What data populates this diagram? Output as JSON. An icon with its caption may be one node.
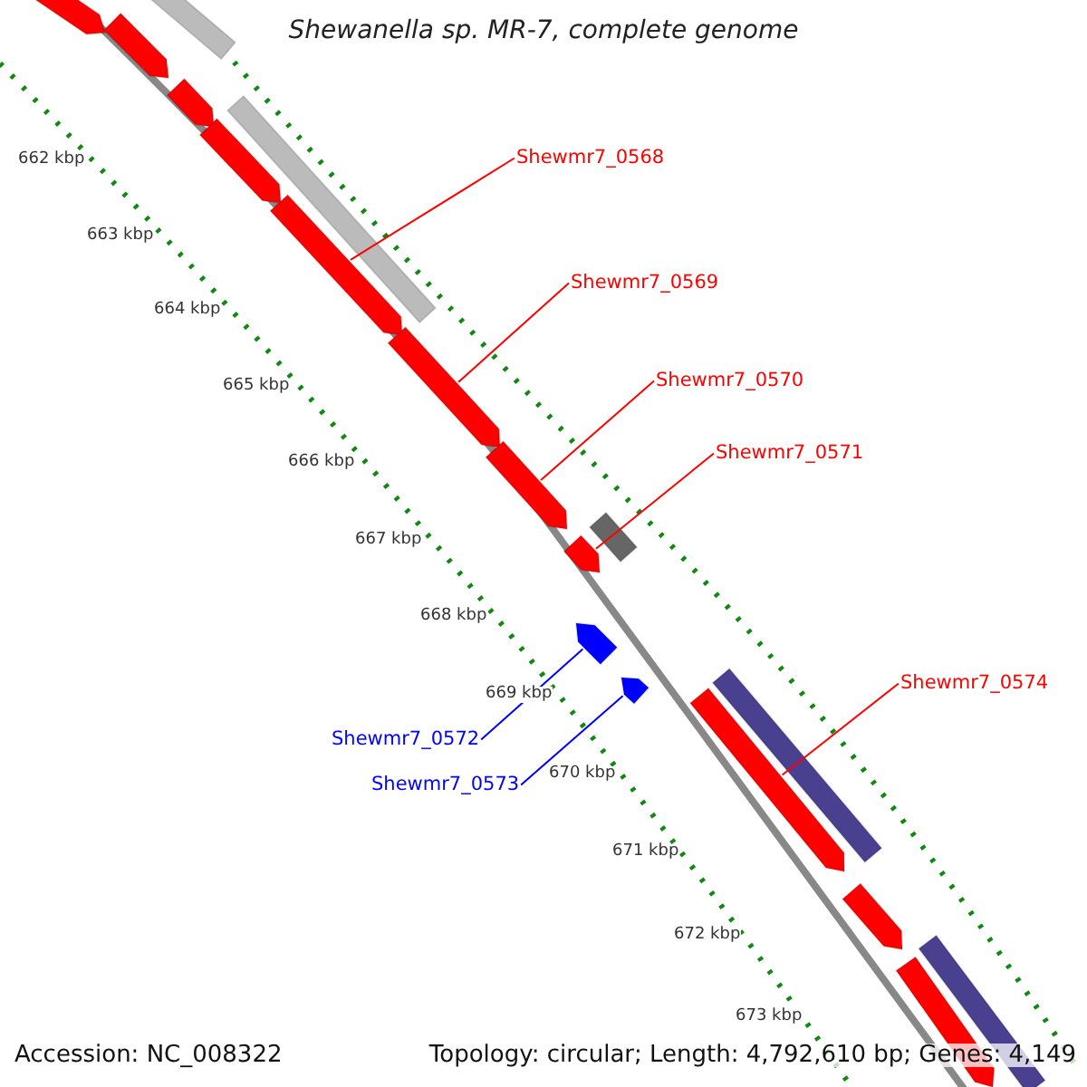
{
  "diagram": {
    "title": "Shewanella sp. MR-7, complete genome",
    "nodes": [
      {
        "text": [],
        "shape": "arrow"
      },
      {
        "text": [],
        "shape": "bar"
      },
      {
        "text": [],
        "shape": "arrow"
      },
      {
        "text": [],
        "shape": "arrow"
      },
      {
        "text": [],
        "shape": "arrow"
      },
      {
        "text": [],
        "shape": "bar"
      },
      {
        "text": [],
        "shape": "arrow"
      },
      {
        "text": [],
        "shape": "arrow"
      },
      {
        "text": [],
        "shape": "arrow"
      },
      {
        "text": [],
        "shape": "bar"
      },
      {
        "text": [],
        "shape": "arrow"
      },
      {
        "text": [],
        "shape": "arrow"
      },
      {
        "text": [],
        "shape": "arrow"
      },
      {
        "text": [],
        "shape": "arrow"
      },
      {
        "text": [],
        "shape": "bar"
      },
      {
        "text": [],
        "shape": "arrow"
      },
      {
        "text": [],
        "shape": "arrow"
      },
      {
        "text": [],
        "shape": "bar"
      },
      {
        "text": [
          "Shewmr7_0568"
        ]
      },
      {
        "text": [
          "Shewmr7_0569"
        ]
      },
      {
        "text": [
          "Shewmr7_0570"
        ]
      },
      {
        "text": [
          "Shewmr7_0571"
        ]
      },
      {
        "text": [
          "Shewmr7_0572"
        ]
      },
      {
        "text": [
          "Shewmr7_0573"
        ]
      },
      {
        "text": [
          "Shewmr7_0574"
        ]
      }
    ],
    "edges": [
      {
        "from": 18,
        "to": 6,
        "arrow": "none"
      },
      {
        "from": 19,
        "to": 7,
        "arrow": "none"
      },
      {
        "from": 20,
        "to": 8,
        "arrow": "none"
      },
      {
        "from": 21,
        "to": 10,
        "arrow": "none"
      },
      {
        "from": 22,
        "to": 11,
        "arrow": "none",
        "color": "#0000ff"
      },
      {
        "from": 23,
        "to": 12,
        "arrow": "none",
        "color": "#0000ff"
      },
      {
        "from": 24,
        "to": 13,
        "arrow": "none"
      }
    ],
    "labels": [
      "662 kbp",
      "663 kbp",
      "664 kbp",
      "665 kbp",
      "666 kbp",
      "667 kbp",
      "668 kbp",
      "669 kbp",
      "670 kbp",
      "671 kbp",
      "672 kbp",
      "673 kbp",
      "Accession: NC_008322",
      "Topology: circular; Length: 4,792,610 bp; Genes: 4,149"
    ]
  }
}
